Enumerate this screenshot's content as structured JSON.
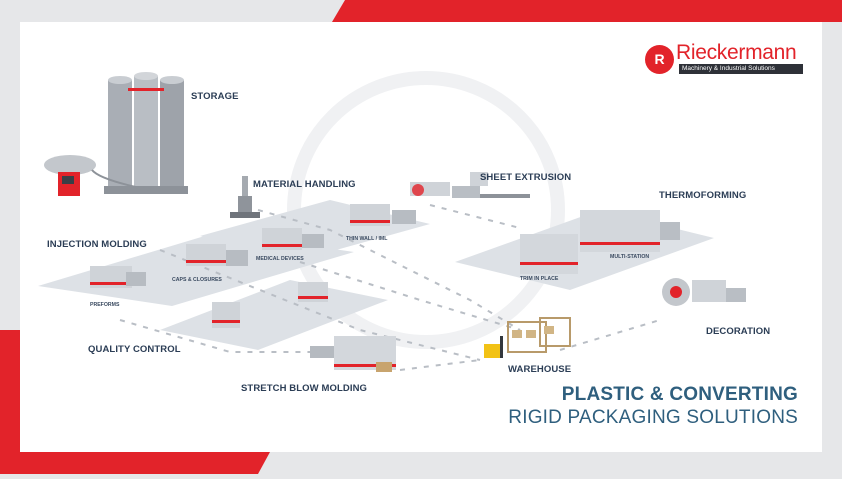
{
  "brand": {
    "mark": "R",
    "name": "Rieckermann",
    "tagline": "Machinery & Industrial Solutions",
    "color": "#e2232a"
  },
  "headline": {
    "line1": "PLASTIC & CONVERTING",
    "line2": "RIGID PACKAGING SOLUTIONS",
    "color": "#2f5f7e"
  },
  "stations": {
    "storage": "STORAGE",
    "material_handling": "MATERIAL HANDLING",
    "sheet_extrusion": "SHEET EXTRUSION",
    "thermoforming": "THERMOFORMING",
    "injection_molding": "INJECTION MOLDING",
    "quality_control": "QUALITY CONTROL",
    "stretch_blow_molding": "STRETCH BLOW MOLDING",
    "warehouse": "WAREHOUSE",
    "decoration": "DECORATION"
  },
  "sub_labels": {
    "thin_wall": "THIN WALL / IML",
    "medical_devices": "MEDICAL DEVICES",
    "caps_closures": "CAPS & CLOSURES",
    "preforms": "PREFORMS",
    "trim_in_place": "TRIM IN PLACE",
    "multi_station": "MULTI-STATION"
  },
  "colors": {
    "accent_red": "#e2232a",
    "label_navy": "#2b3d55",
    "floor": "#dde1e6"
  }
}
